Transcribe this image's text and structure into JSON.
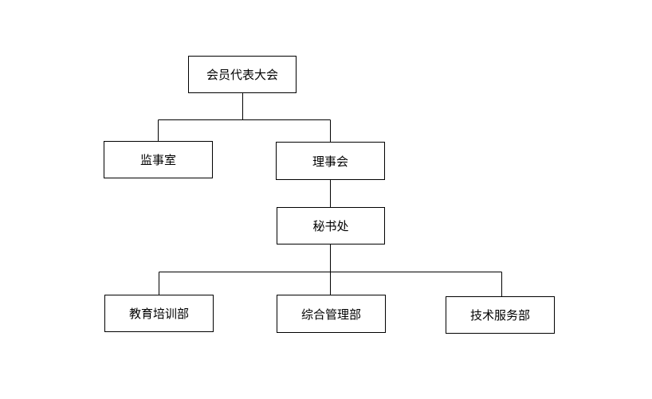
{
  "colors": {
    "line": "#000000",
    "box_border": "#000000",
    "box_fill": "#ffffff",
    "text": "#000000"
  },
  "nodes": {
    "assembly": "会员代表大会",
    "supervisory": "监事室",
    "council": "理事会",
    "secretariat": "秘书处",
    "education": "教育培训部",
    "admin": "综合管理部",
    "tech": "技术服务部"
  }
}
